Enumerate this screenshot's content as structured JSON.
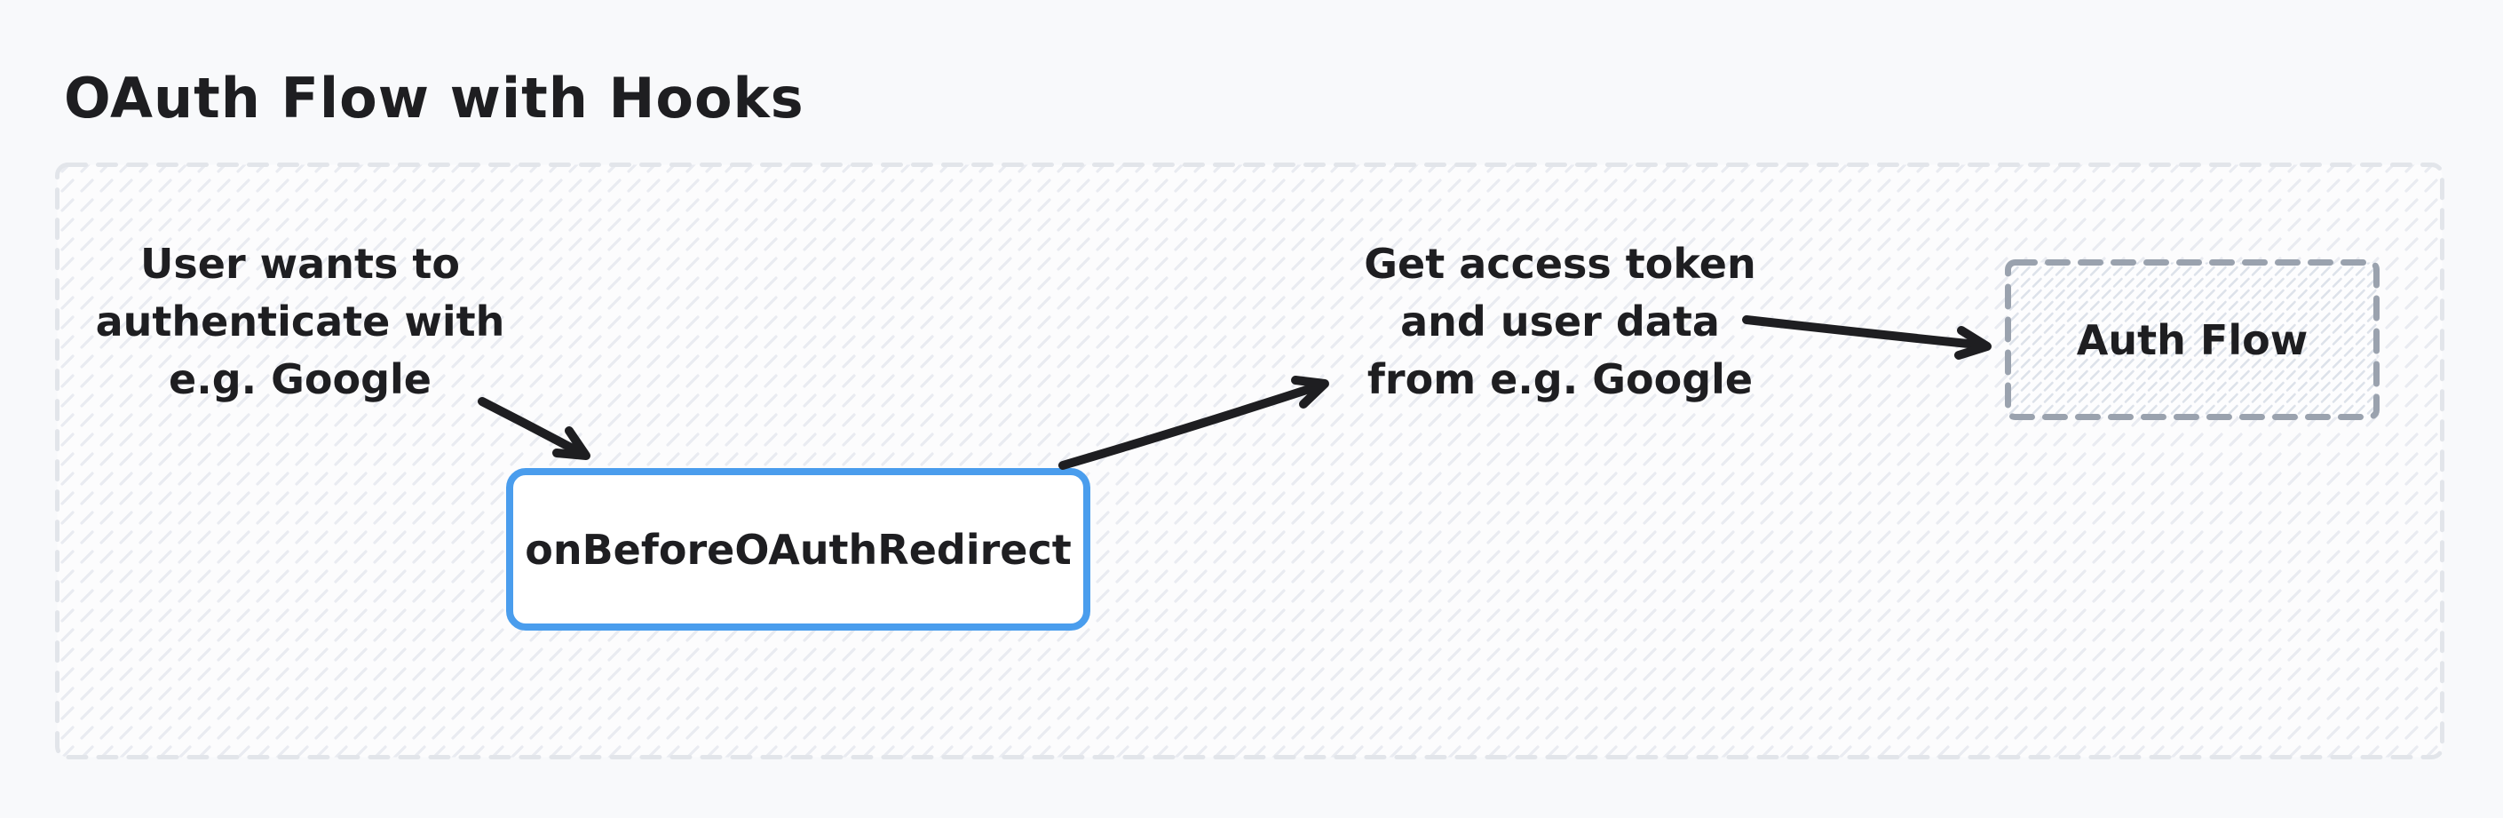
{
  "page": {
    "title": "OAuth Flow with Hooks"
  },
  "diagram": {
    "container": {
      "name": "oauth-flow-frame",
      "style": "dashed rounded rectangle with light diagonal hatch fill"
    },
    "nodes": {
      "user_intent": {
        "id": "user-intent",
        "type": "text",
        "lines": [
          "User wants to",
          "authenticate with",
          "e.g. Google"
        ]
      },
      "hook": {
        "id": "on-before-oauth-redirect",
        "type": "box-solid-blue",
        "label": "onBeforeOAuthRedirect"
      },
      "token_step": {
        "id": "get-token",
        "type": "text",
        "lines": [
          "Get access token",
          "and user data",
          "from e.g. Google"
        ]
      },
      "auth_flow": {
        "id": "auth-flow",
        "type": "box-dashed-hatched",
        "label": "Auth Flow"
      }
    },
    "edges": [
      {
        "from": "user-intent",
        "to": "on-before-oauth-redirect",
        "style": "hand-drawn arrow"
      },
      {
        "from": "on-before-oauth-redirect",
        "to": "get-token",
        "style": "hand-drawn arrow"
      },
      {
        "from": "get-token",
        "to": "auth-flow",
        "style": "hand-drawn arrow"
      }
    ],
    "colors": {
      "page_background": "#f8f9fb",
      "frame_fill": "#fcfcfd",
      "frame_border": "#e2e5ea",
      "frame_hatch": "#e9ebf1",
      "hook_border_blue": "#4a9ded",
      "hook_fill": "#ffffff",
      "auth_border_gray": "#9aa2ae",
      "auth_hatch": "#dde2ea",
      "ink": "#1e1e21"
    }
  }
}
